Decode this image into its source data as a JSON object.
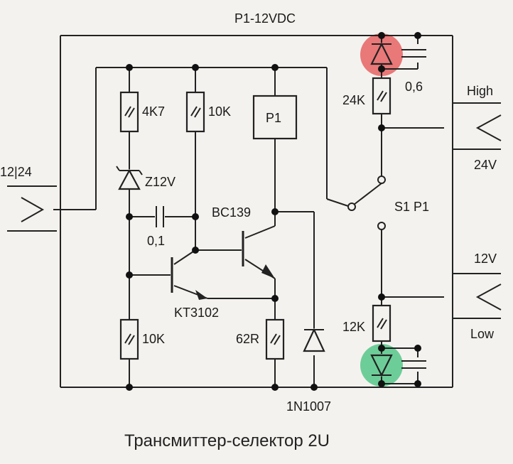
{
  "title": "P1-12VDC",
  "caption": "Трансмиттер-селектор 2U",
  "connectors": {
    "input": "12|24",
    "high": "High",
    "v24": "24V",
    "v12": "12V",
    "low": "Low"
  },
  "components": {
    "r_4k7": "4K7",
    "r_10k_top": "10K",
    "relay": "P1",
    "zener": "Z12V",
    "cap_01": "0,1",
    "bc139": "BC139",
    "kt3102": "KT3102",
    "r_10k_bottom": "10K",
    "r_62r": "62R",
    "diode_1n1007": "1N1007",
    "r_24k": "24K",
    "cap_06": "0,6",
    "switch": "S1 P1",
    "r_12k": "12K"
  },
  "highlights": {
    "red": "#e86a6a",
    "green": "#5ec98e"
  }
}
